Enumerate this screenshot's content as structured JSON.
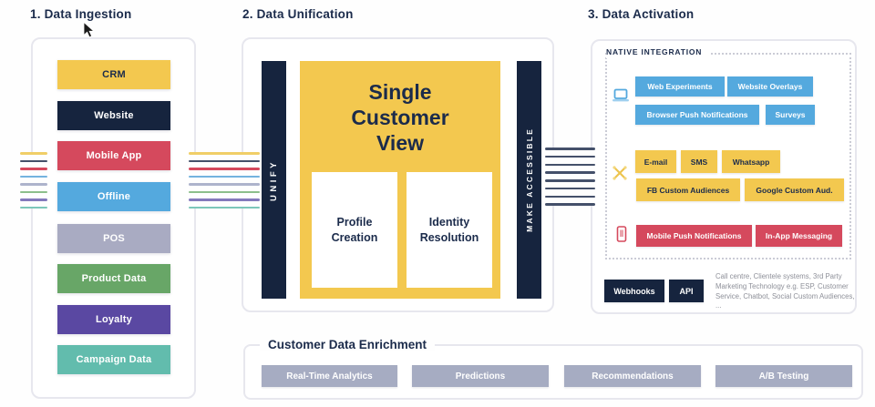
{
  "palette": {
    "heading_navy": "#1b2b4b",
    "navy": "#16243e",
    "yellow": "#f3c84f",
    "red": "#d5495d",
    "blue": "#54a9de",
    "pos_gray": "#a9abc2",
    "green": "#68a667",
    "purple": "#5a48a2",
    "teal": "#62bcad",
    "enrich_gray": "#a6acc2",
    "panel_border": "#e7e7ee",
    "note_gray": "#8e9099"
  },
  "flow": {
    "source_colors": [
      "#f0ce67",
      "#44506a",
      "#d5495d",
      "#74b3df",
      "#adb3cc",
      "#8cbf8b",
      "#8379bc",
      "#7cc7ba"
    ],
    "unified_color": "#44506a"
  },
  "sections": {
    "ingestion": {
      "title": "1. Data Ingestion",
      "sources": [
        {
          "label": "CRM",
          "color": "#f3c84f",
          "text_color": "#1b2b4b"
        },
        {
          "label": "Website",
          "color": "#16243e",
          "text_color": "#ffffff"
        },
        {
          "label": "Mobile App",
          "color": "#d5495d",
          "text_color": "#ffffff"
        },
        {
          "label": "Offline",
          "color": "#54a9de",
          "text_color": "#ffffff"
        },
        {
          "label": "POS",
          "color": "#a9abc2",
          "text_color": "#ffffff"
        },
        {
          "label": "Product Data",
          "color": "#68a667",
          "text_color": "#ffffff"
        },
        {
          "label": "Loyalty",
          "color": "#5a48a2",
          "text_color": "#ffffff"
        },
        {
          "label": "Campaign Data",
          "color": "#62bcad",
          "text_color": "#ffffff"
        }
      ]
    },
    "unification": {
      "title": "2. Data Unification",
      "left_bar": "UNIFY",
      "right_bar": "MAKE ACCESSIBLE",
      "center_title": "Single Customer View",
      "sub_boxes": [
        "Profile Creation",
        "Identity Resolution"
      ]
    },
    "activation": {
      "title": "3. Data Activation",
      "native_label": "NATIVE INTEGRATION",
      "groups": [
        {
          "icon": "laptop-icon",
          "color": "#54a9de",
          "rows": [
            [
              "Web Experiments",
              "Website Overlays"
            ],
            [
              "Browser Push Notifications",
              "Surveys"
            ]
          ]
        },
        {
          "icon": "cross-channel-icon",
          "color": "#f3c84f",
          "rows": [
            [
              "E-mail",
              "SMS",
              "Whatsapp"
            ],
            [
              "FB Custom Audiences",
              "Google Custom Aud."
            ]
          ]
        },
        {
          "icon": "mobile-icon",
          "color": "#d5495d",
          "rows": [
            [
              "Mobile Push Notifications",
              "In-App Messaging"
            ]
          ]
        }
      ],
      "api_buttons": [
        "Webhooks",
        "API"
      ],
      "note": "Call centre, Clientele systems, 3rd Party Marketing Technology e.g. ESP, Customer Service, Chatbot, Social Custom Audiences, ..."
    },
    "enrichment": {
      "title": "Customer Data Enrichment",
      "button_color": "#a6acc2",
      "items": [
        "Real-Time Analytics",
        "Predictions",
        "Recommendations",
        "A/B Testing"
      ]
    }
  }
}
